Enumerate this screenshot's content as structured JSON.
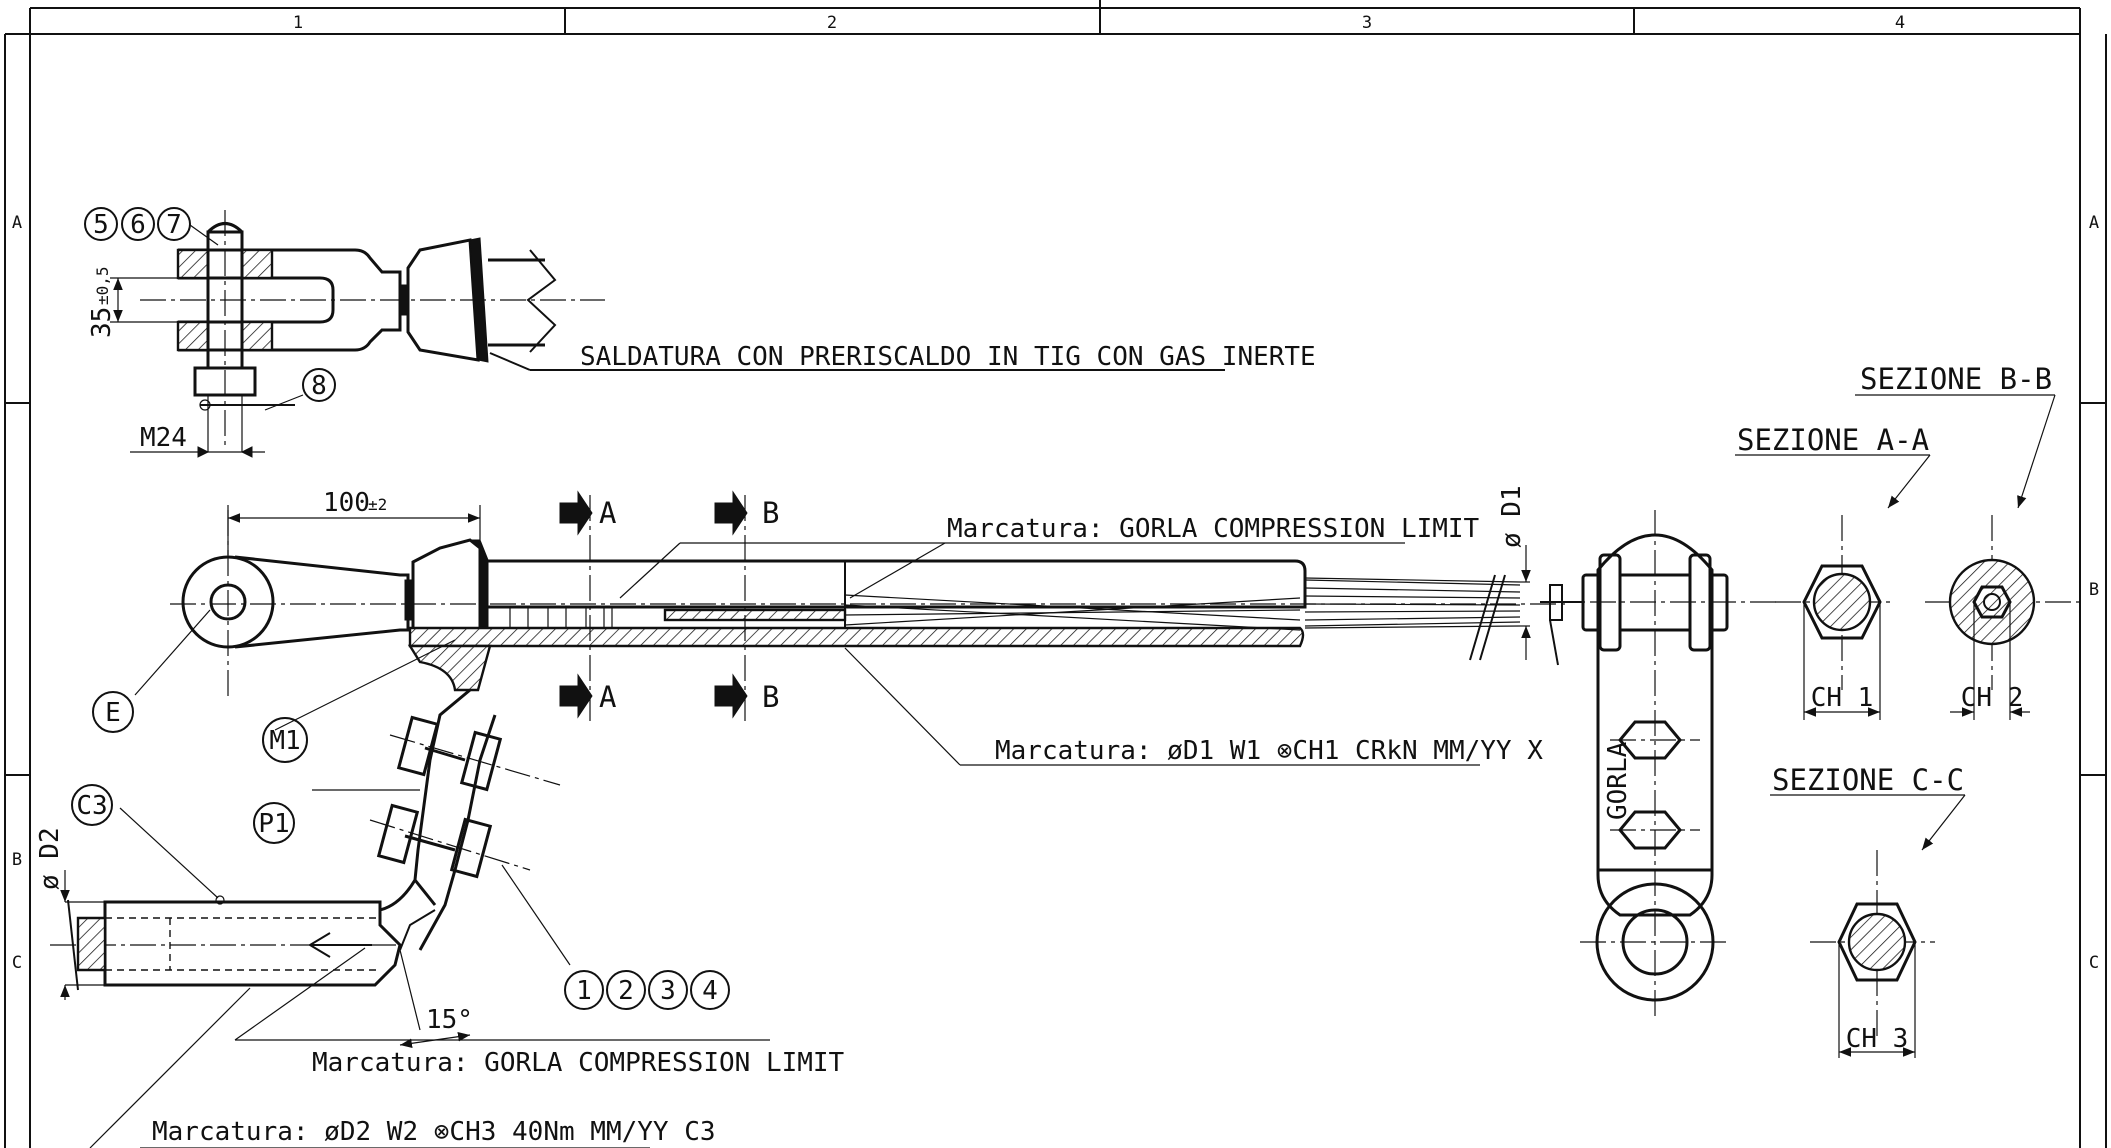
{
  "frame": {
    "columns": [
      "1",
      "2",
      "3",
      "4"
    ],
    "rows_left": [
      "A",
      "B",
      "C"
    ],
    "rows_right": [
      "A",
      "B",
      "C"
    ]
  },
  "balloons": {
    "top": [
      "5",
      "6",
      "7"
    ],
    "pin": "8",
    "bolts": [
      "1",
      "2",
      "3",
      "4"
    ],
    "E": "E",
    "M1": "M1",
    "P1": "P1",
    "C3": "C3"
  },
  "dimensions": {
    "dim_35": "35",
    "dim_35_tol": "±0,5",
    "m24": "M24",
    "dim_100": "100",
    "dim_100_tol": "±2",
    "d1": "ø D1",
    "d2": "ø D2",
    "angle": "15°",
    "ch1": "CH 1",
    "ch2": "CH 2",
    "ch3": "CH 3"
  },
  "section_marks": {
    "a": "A",
    "b": "B"
  },
  "notes": {
    "welding": "SALDATURA CON PRERISCALDO IN TIG CON GAS INERTE",
    "marking_top": "Marcatura: GORLA COMPRESSION LIMIT",
    "marking_mid": "Marcatura: øD1 W1 ⊗CH1 CRkN MM/YY X",
    "marking_bottom1": "Marcatura: GORLA COMPRESSION LIMIT",
    "marking_bottom2": "Marcatura: øD2 W2 ⊗CH3 40Nm MM/YY C3",
    "brand": "GORLA"
  },
  "sections": {
    "aa": "SEZIONE A-A",
    "bb": "SEZIONE B-B",
    "cc": "SEZIONE C-C"
  }
}
